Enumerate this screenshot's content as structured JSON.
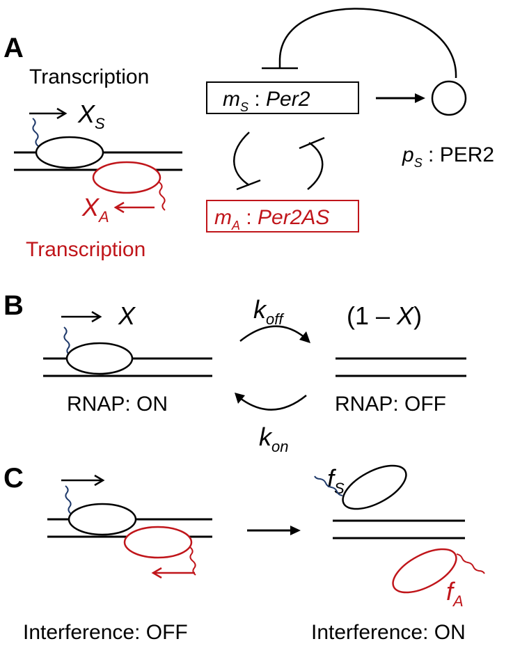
{
  "colors": {
    "sense": "#000000",
    "antisense": "#c0151a",
    "tail": "#1f3a6b"
  },
  "panel_a": {
    "letter": "A",
    "sense_transcription": "Transcription",
    "sense_var": "X",
    "sense_var_sub": "S",
    "antisense_var": "X",
    "antisense_var_sub": "A",
    "antisense_transcription": "Transcription",
    "ms_sym": "m",
    "ms_sub": "S",
    "ms_name": "Per2",
    "ma_sym": "m",
    "ma_sub": "A",
    "ma_name": "Per2AS",
    "ps_sym": "p",
    "ps_sub": "S",
    "ps_name": "PER2",
    "sep": " : "
  },
  "panel_b": {
    "letter": "B",
    "x_label": "X",
    "off_fraction_open": "(1 – ",
    "off_fraction_var": "X",
    "off_fraction_close": ")",
    "k_off_sym": "k",
    "k_off_sub": "off",
    "k_on_sym": "k",
    "k_on_sub": "on",
    "on_label": "RNAP: ON",
    "off_label": "RNAP: OFF"
  },
  "panel_c": {
    "letter": "C",
    "fs_sym": "f",
    "fs_sub": "S",
    "fa_sym": "f",
    "fa_sub": "A",
    "off_label": "Interference: OFF",
    "on_label": "Interference: ON"
  }
}
